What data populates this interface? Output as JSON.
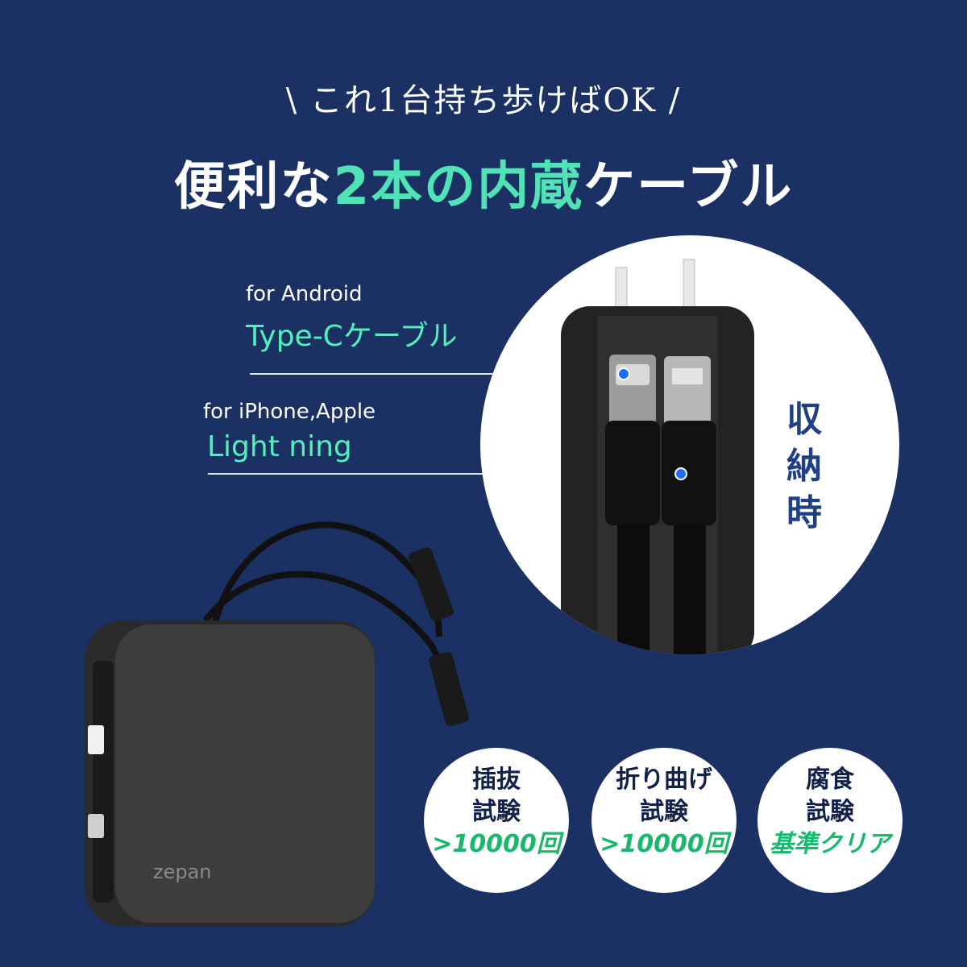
{
  "header": {
    "subtitle": "\\ これ1台持ち歩けばOK /",
    "title_part1": "便利な",
    "title_accent": "2本の内蔵",
    "title_part2": "ケーブル"
  },
  "callouts": [
    {
      "small": "for Android",
      "big": "Type-Cケーブル"
    },
    {
      "small": "for iPhone,Apple",
      "big": "Light ning"
    }
  ],
  "zoom": {
    "label": "収納時"
  },
  "product": {
    "brand": "zepan"
  },
  "badges": [
    {
      "line1": "插抜",
      "line2": "試験",
      "result": ">10000回"
    },
    {
      "line1": "折り曲げ",
      "line2": "試験",
      "result": ">10000回"
    },
    {
      "line1": "腐食",
      "line2": "試験",
      "result": "基準クリア"
    }
  ],
  "colors": {
    "background": "#1b3163",
    "accent": "#4fe3b5",
    "result_green": "#18b86d",
    "stored_blue": "#1f3f86"
  }
}
